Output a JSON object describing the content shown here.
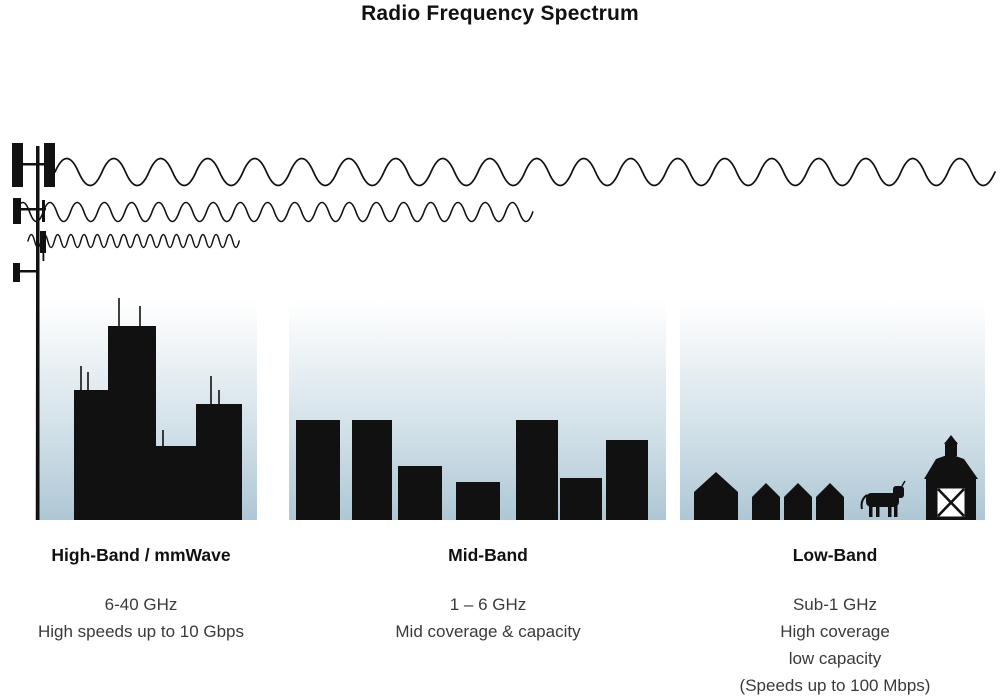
{
  "title": "Radio Frequency Spectrum",
  "bands": [
    {
      "name": "High-Band / mmWave",
      "lines": [
        "6-40 GHz",
        "High speeds up to 10 Gbps"
      ]
    },
    {
      "name": "Mid-Band",
      "lines": [
        "1 – 6 GHz",
        "Mid coverage & capacity"
      ]
    },
    {
      "name": "Low-Band",
      "lines": [
        "Sub-1 GHz",
        "High coverage",
        "low capacity",
        "(Speeds up to 100 Mbps)"
      ]
    }
  ],
  "icons": [
    "cell-tower-icon",
    "high-frequency-wave-icon",
    "mid-frequency-wave-icon",
    "low-frequency-wave-icon",
    "high-band-skyline-icon",
    "mid-band-skyline-icon",
    "house-icon",
    "cow-icon",
    "barn-icon"
  ],
  "colors": {
    "silhouette": "#111111",
    "sky_bottom": "#aec7d5",
    "text": "#3a3a3a",
    "heading": "#111111"
  }
}
